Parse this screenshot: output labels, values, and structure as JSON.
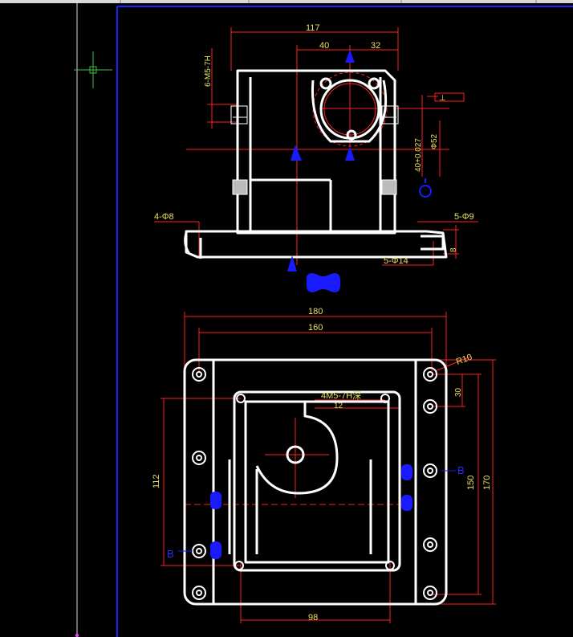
{
  "drawing": {
    "front_view": {
      "dim_width": "117",
      "dim_bore_left": "40",
      "dim_bore_right": "32",
      "dim_thread": "6-M5-7H",
      "dim_bore_fit": "40+0.027",
      "dim_dia": "Φ52",
      "dim_holes_left": "4-Φ8",
      "dim_holes_right": "5-Φ9",
      "dim_counterbore": "5-Φ14",
      "dim_depth": "8",
      "symbol": "⊥"
    },
    "top_view": {
      "dim_outer": "180",
      "dim_inner": "160",
      "dim_radius": "R10",
      "dim_thread": "4M5-7H深",
      "dim_thread_depth": "12",
      "dim_pitch": "30",
      "dim_150": "150",
      "dim_170": "170",
      "dim_112": "112",
      "dim_98": "98",
      "section_mark_right": "B",
      "section_mark_left": "B"
    }
  },
  "colors": {
    "background": "#000000",
    "outline": "#ffffff",
    "dimension": "#ff2020",
    "text": "#e8e060",
    "marker": "#1a1aff",
    "border": "#2020ff",
    "cursor": "#3fbf3f"
  }
}
